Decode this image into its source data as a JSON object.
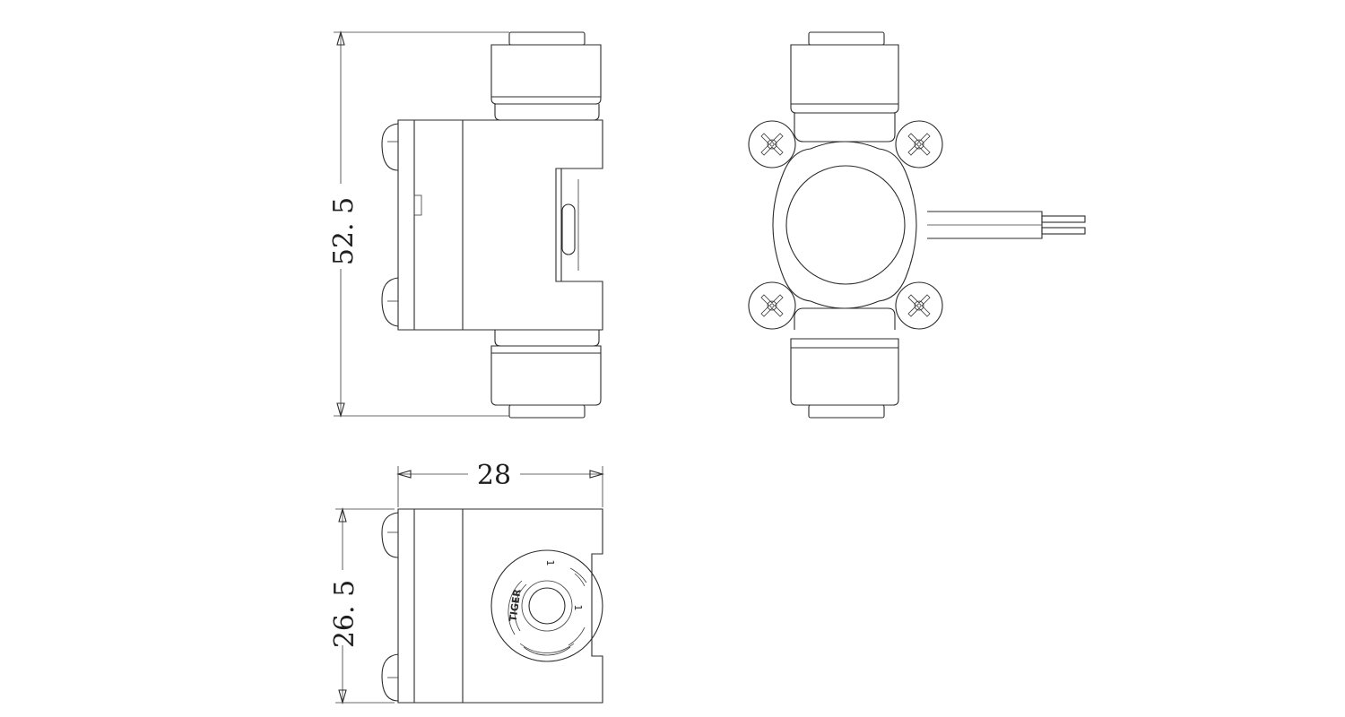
{
  "dimensions": {
    "height": "52. 5",
    "width": "28",
    "depth": "26. 5"
  },
  "logo": {
    "text": "TIGER"
  },
  "markings": {
    "arrow": "1",
    "secondary": "1"
  },
  "colors": {
    "line": "#2b2b2b",
    "background": "#ffffff"
  }
}
